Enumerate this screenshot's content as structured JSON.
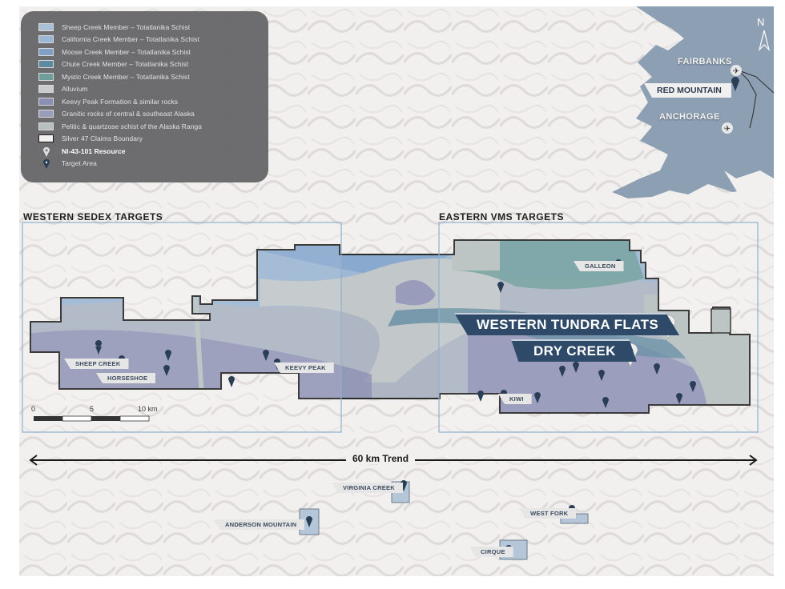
{
  "legend": {
    "items": [
      {
        "label": "Sheep Creek Member – Totatlanika Schist",
        "color": "#a9c0d8",
        "type": "swatch"
      },
      {
        "label": "California Creek Member – Totatlanika Schist",
        "color": "#9cb7d6",
        "type": "swatch"
      },
      {
        "label": "Moose Creek Member – Totatlanika Schist",
        "color": "#7f9fc4",
        "type": "swatch"
      },
      {
        "label": "Chute Creek Member – Totatlanika Schist",
        "color": "#5d8aa0",
        "type": "swatch"
      },
      {
        "label": "Mystic Creek Member – Totatlanika Schist",
        "color": "#6f9e9a",
        "type": "swatch"
      },
      {
        "label": "Alluvium",
        "color": "#c8cccc",
        "type": "swatch"
      },
      {
        "label": "Keevy Peak Formation & similar rocks",
        "color": "#8c8fb4",
        "type": "swatch"
      },
      {
        "label": "Granitic rocks of central & southeast Alaska",
        "color": "#9a9cbc",
        "type": "swatch"
      },
      {
        "label": "Pelitic & quartzose schist of the Alaska Ranga",
        "color": "#b7bfbf",
        "type": "swatch"
      },
      {
        "label": "Silver 47 Claims Boundary",
        "color": "#f4f0f0",
        "type": "boundary"
      },
      {
        "label": "NI-43-101 Resource",
        "color": "#e0e0e0",
        "type": "resource-pin"
      },
      {
        "label": "Target Area",
        "color": "#2a3e56",
        "type": "target-pin"
      }
    ]
  },
  "inset": {
    "north_label": "N",
    "cities": [
      {
        "label": "FAIRBANKS"
      },
      {
        "label": "ANCHORAGE"
      }
    ],
    "project_label": "RED MOUNTAIN"
  },
  "sections": {
    "west_title": "WESTERN SEDEX TARGETS",
    "east_title": "EASTERN VMS TARGETS"
  },
  "resources": [
    {
      "label": "WESTERN TUNDRA FLATS"
    },
    {
      "label": "DRY CREEK"
    }
  ],
  "targets": [
    {
      "label": "SHEEP CREEK"
    },
    {
      "label": "HORSESHOE"
    },
    {
      "label": "KEEVY PEAK"
    },
    {
      "label": "GALLEON"
    },
    {
      "label": "KIWI"
    }
  ],
  "outlying_targets": [
    {
      "label": "VIRGINIA CREEK"
    },
    {
      "label": "ANDERSON MOUNTAIN"
    },
    {
      "label": "WEST FORK"
    },
    {
      "label": "CIRQUE"
    }
  ],
  "scale_bar": {
    "labels": [
      "0",
      "5",
      "10 km"
    ]
  },
  "trend": {
    "label": "60 km Trend"
  },
  "colors": {
    "boundary": "#2b2b2b",
    "section_box": "#8fb0cc",
    "resource_banner": "#2e4a68",
    "pin": "#2a3e56",
    "inset_land": "#8d9fb3"
  }
}
